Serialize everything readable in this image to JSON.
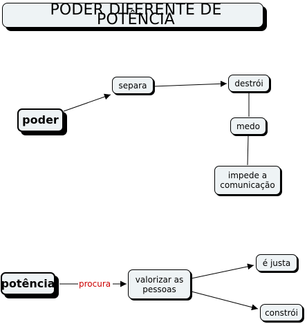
{
  "title": "PODER DIFERENTE DE POTÊNCIA",
  "colors": {
    "node_fill": "#eef3f5",
    "node_border": "#000000",
    "link_label_red": "#cc0000"
  },
  "nodes": {
    "poder": "poder",
    "separa": "separa",
    "destroi": "destrói",
    "medo": "medo",
    "impede": "impede a\ncomunicação",
    "potencia": "potência",
    "valorizar": "valorizar as\npessoas",
    "e_justa": "é justa",
    "constroi": "constrói"
  },
  "links": {
    "procura": "procura"
  }
}
